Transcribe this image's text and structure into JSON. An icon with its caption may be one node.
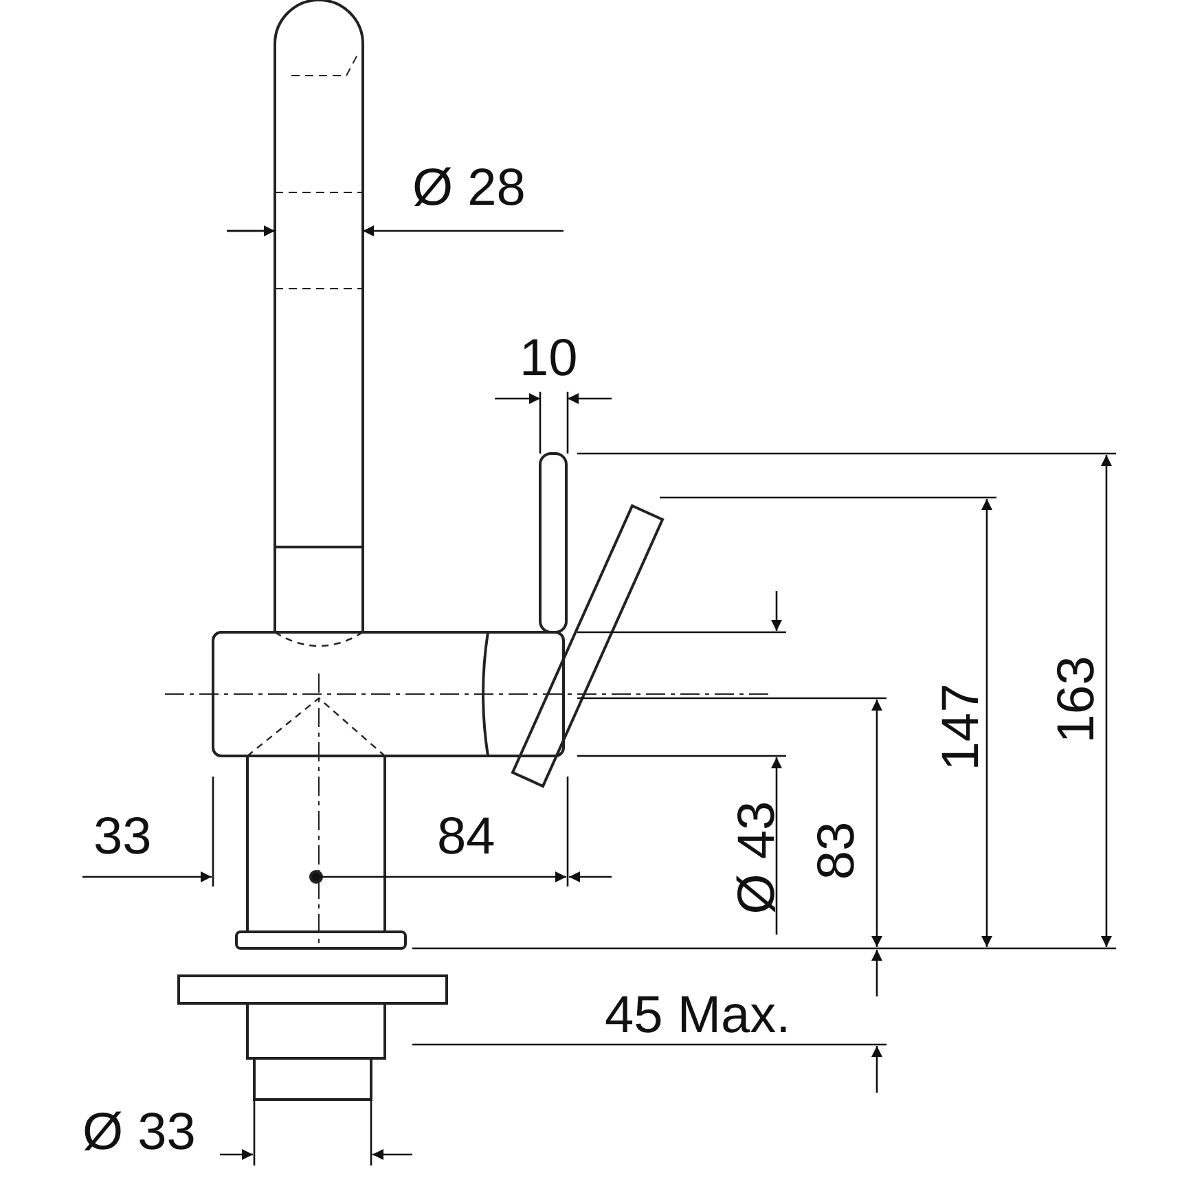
{
  "diagram": {
    "labels": [
      "Ø 28",
      "10",
      "33",
      "84",
      "Ø 43",
      "83",
      "147",
      "163",
      "45 Max.",
      "Ø 33"
    ]
  }
}
